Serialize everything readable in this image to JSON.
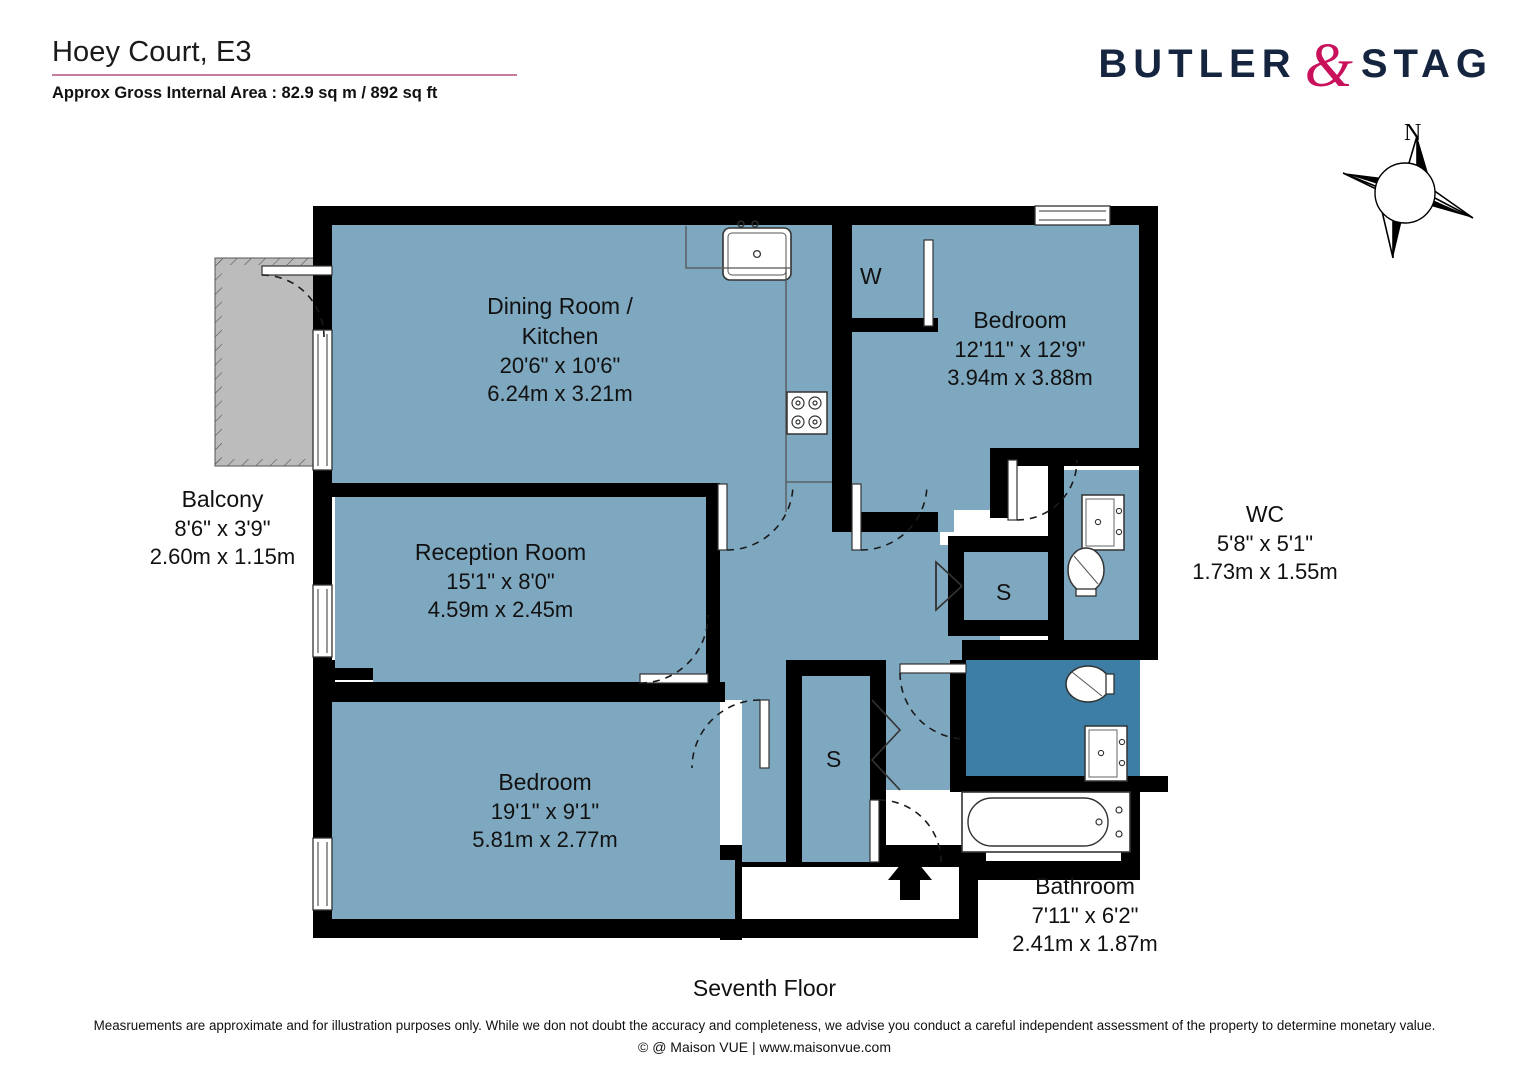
{
  "header": {
    "property_title": "Hoey Court, E3",
    "area_text": "Approx Gross Internal Area : 82.9 sq m / 892 sq ft",
    "rule_color": "#b0517f"
  },
  "brand": {
    "word_left": "BUTLER",
    "ampersand": "&",
    "word_right": "STAG",
    "word_color": "#15253f",
    "amp_color": "#c8115a"
  },
  "compass": {
    "north_label": "N"
  },
  "palette": {
    "room_fill": "#7ea8c0",
    "bathroom_fill": "#3c7ea6",
    "balcony_fill": "#bcbcbc",
    "wall": "#000000",
    "fixture_stroke": "#3a3a3a",
    "background": "#ffffff"
  },
  "rooms": [
    {
      "id": "dining-kitchen",
      "name": "Dining Room /",
      "name2": "Kitchen",
      "dim_imperial": "20'6\" x 10'6\"",
      "dim_metric": "6.24m x 3.21m"
    },
    {
      "id": "bedroom-main",
      "name": "Bedroom",
      "dim_imperial": "12'11\" x 12'9\"",
      "dim_metric": "3.94m x 3.88m"
    },
    {
      "id": "balcony",
      "name": "Balcony",
      "dim_imperial": "8'6\" x 3'9\"",
      "dim_metric": "2.60m x 1.15m"
    },
    {
      "id": "reception-room",
      "name": "Reception Room",
      "dim_imperial": "15'1\" x 8'0\"",
      "dim_metric": "4.59m x 2.45m"
    },
    {
      "id": "wc",
      "name": "WC",
      "dim_imperial": "5'8\" x 5'1\"",
      "dim_metric": "1.73m x 1.55m"
    },
    {
      "id": "bedroom-second",
      "name": "Bedroom",
      "dim_imperial": "19'1\" x 9'1\"",
      "dim_metric": "5.81m x 2.77m"
    },
    {
      "id": "bathroom",
      "name": "Bathroom",
      "dim_imperial": "7'11\" x 6'2\"",
      "dim_metric": "2.41m x 1.87m"
    }
  ],
  "markers": {
    "washer": "W",
    "storage_upper": "S",
    "storage_lower": "S"
  },
  "footer": {
    "floor_caption": "Seventh Floor",
    "disclaimer": "Measruements are approximate and for illustration purposes only. While we don not doubt the accuracy and completeness, we advise you conduct a careful independent assessment of the property to determine monetary value.",
    "copyright": "© @ Maison VUE | www.maisonvue.com"
  }
}
